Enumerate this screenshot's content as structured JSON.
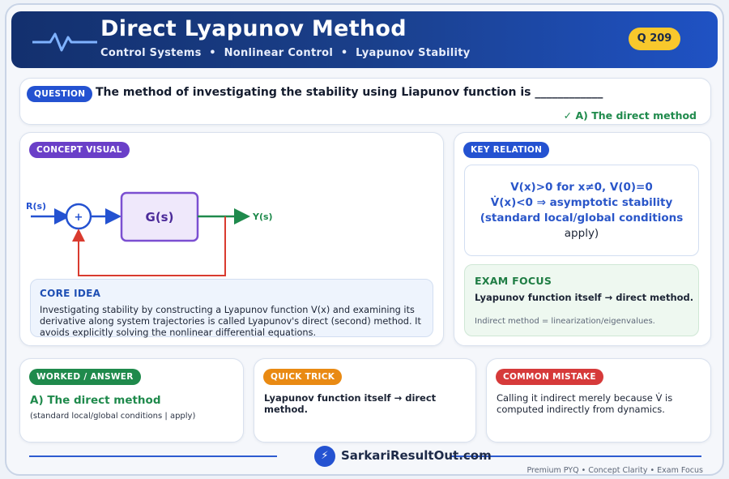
{
  "header": {
    "title": "Direct Lyapunov Method",
    "subtitle": "Control Systems  •  Nonlinear Control  •  Lyapunov Stability",
    "question_badge": "Q 209"
  },
  "question": {
    "label": "QUESTION",
    "text": "The method of investigating the stability using Liapunov function is ____________",
    "answer": "✓ A) The direct method"
  },
  "concept": {
    "label": "CONCEPT VISUAL",
    "input_label": "R(s)",
    "sum_symbol": "+",
    "block_label": "G(s)",
    "output_label": "Y(s)",
    "core_title": "CORE IDEA",
    "core_text": "Investigating stability by constructing a Lyapunov function V(x) and examining its derivative along system trajectories is called Lyapunov's direct (second) method. It avoids explicitly solving the nonlinear differential equations."
  },
  "key_relation": {
    "label": "KEY RELATION",
    "line1": "V(x)>0 for x≠0, V(0)=0",
    "line2": "V̇(x)<0 ⇒ asymptotic stability",
    "line3": "(standard local/global conditions",
    "line4": "apply)"
  },
  "exam_focus": {
    "title": "EXAM FOCUS",
    "text": "Lyapunov function itself → direct method.",
    "note": "Indirect method = linearization/eigenvalues."
  },
  "worked": {
    "label": "WORKED / ANSWER",
    "answer": "A) The direct method",
    "detail": "(standard local/global conditions | apply)"
  },
  "trick": {
    "label": "QUICK TRICK",
    "text": "Lyapunov function itself → direct method."
  },
  "mistake": {
    "label": "COMMON MISTAKE",
    "text": "Calling it indirect merely because V̇ is computed indirectly from dynamics."
  },
  "footer": {
    "logo_icon": "lightning-icon",
    "logo_glyph": "⚡",
    "site": "SarkariResultOut.com",
    "tagline": "Premium PYQ • Concept Clarity • Exam Focus"
  },
  "colors": {
    "header_dark": "#13306e",
    "header_light": "#1f52c4",
    "badge_yellow": "#f8c82c",
    "question_blue": "#2452d1",
    "concept_purple": "#6a3fc8",
    "green": "#1f8a4c",
    "orange": "#e98a13",
    "red": "#d63a3a",
    "feedback_red": "#d93b2f",
    "block_purple": "#7b4fd1"
  }
}
